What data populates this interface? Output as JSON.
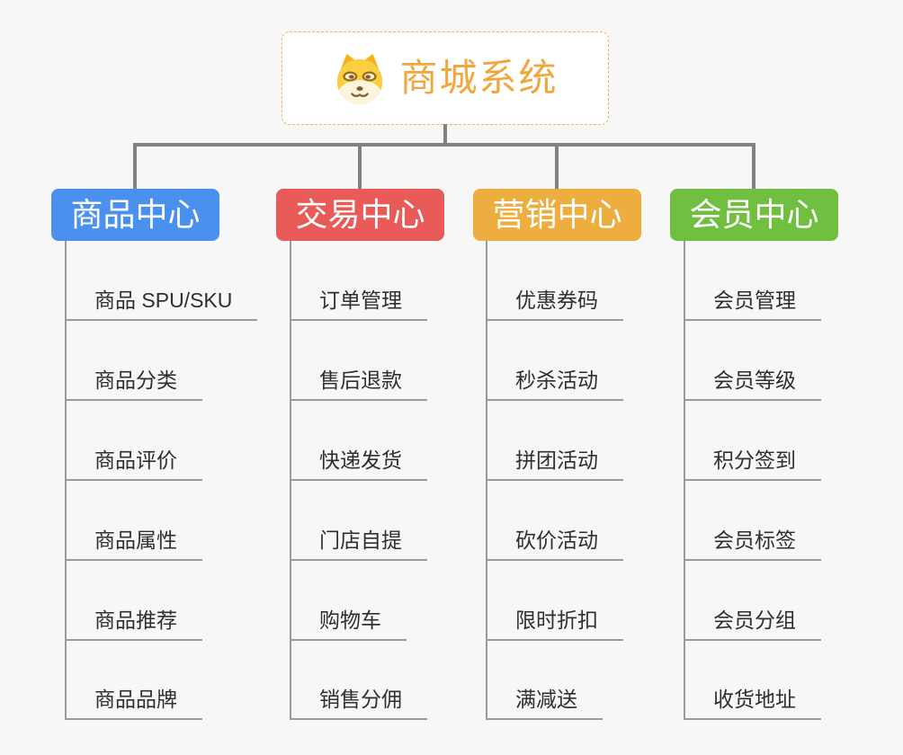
{
  "root": {
    "title": "商城系统",
    "icon": "dog-icon"
  },
  "branches": [
    {
      "label": "商品中心",
      "color": "#4A90EE",
      "children": [
        "商品 SPU/SKU",
        "商品分类",
        "商品评价",
        "商品属性",
        "商品推荐",
        "商品品牌"
      ]
    },
    {
      "label": "交易中心",
      "color": "#E95B58",
      "children": [
        "订单管理",
        "售后退款",
        "快递发货",
        "门店自提",
        "购物车",
        "销售分佣"
      ]
    },
    {
      "label": "营销中心",
      "color": "#EDAD3F",
      "children": [
        "优惠券码",
        "秒杀活动",
        "拼团活动",
        "砍价活动",
        "限时折扣",
        "满减送"
      ]
    },
    {
      "label": "会员中心",
      "color": "#70BF40",
      "children": [
        "会员管理",
        "会员等级",
        "积分签到",
        "会员标签",
        "会员分组",
        "收货地址"
      ]
    }
  ],
  "colors": {
    "background": "#F7F7F7",
    "node_bg": "#FFFFFF",
    "connector": "#828282",
    "line": "#9B9B9B",
    "root_border": "#F0B35E",
    "root_text": "#EFA73E",
    "text": "#2F2F2F"
  }
}
